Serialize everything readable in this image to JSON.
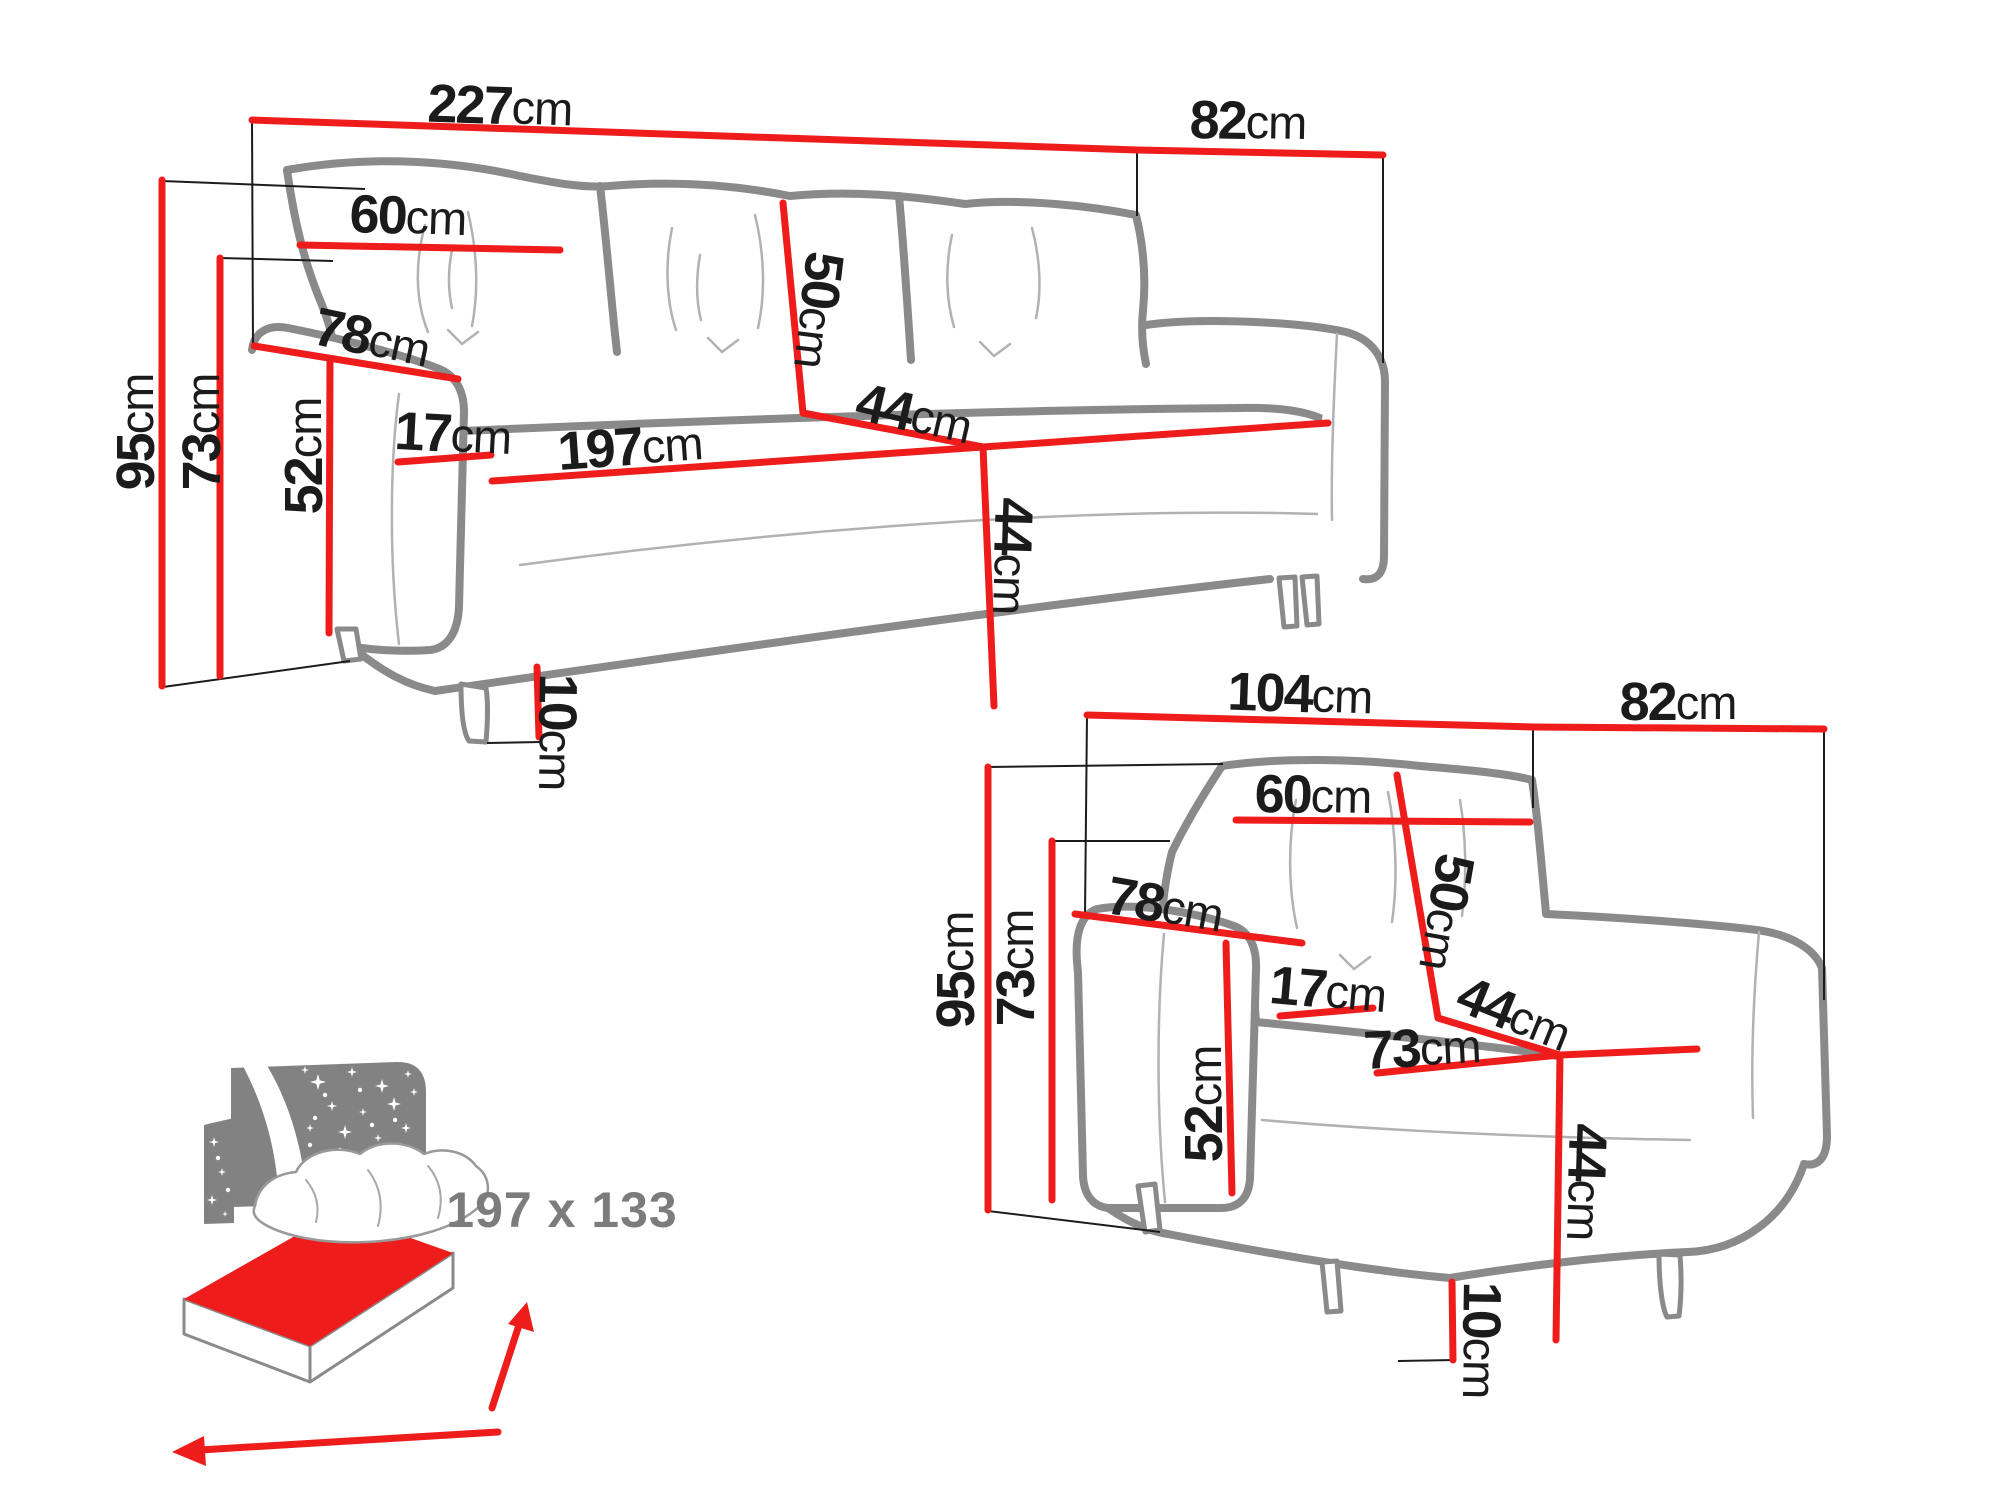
{
  "colors": {
    "dimension_line_red": "#ee1c1b",
    "extension_line_black": "#1c1c1c",
    "label_text_black": "#1b1b1b",
    "furniture_outline_gray": "#8a8a8a",
    "furniture_detail_gray": "#b2b2b2",
    "bed_icon_gray": "#828282",
    "bed_label_gray": "#7c7c7c",
    "background": "#ffffff"
  },
  "sofa": {
    "dims": [
      {
        "id": "total_width",
        "num": "227",
        "unit": "cm"
      },
      {
        "id": "depth",
        "num": "82",
        "unit": "cm"
      },
      {
        "id": "total_height",
        "num": "95",
        "unit": "cm"
      },
      {
        "id": "back_height",
        "num": "73",
        "unit": "cm"
      },
      {
        "id": "cushion_width",
        "num": "60",
        "unit": "cm"
      },
      {
        "id": "arm_depth",
        "num": "78",
        "unit": "cm"
      },
      {
        "id": "arm_height",
        "num": "52",
        "unit": "cm"
      },
      {
        "id": "cushion_height",
        "num": "50",
        "unit": "cm"
      },
      {
        "id": "arm_width",
        "num": "17",
        "unit": "cm"
      },
      {
        "id": "seat_width",
        "num": "197",
        "unit": "cm"
      },
      {
        "id": "seat_depth",
        "num": "44",
        "unit": "cm"
      },
      {
        "id": "seat_height",
        "num": "44",
        "unit": "cm"
      },
      {
        "id": "leg_height",
        "num": "10",
        "unit": "cm"
      }
    ]
  },
  "armchair": {
    "dims": [
      {
        "id": "total_width",
        "num": "104",
        "unit": "cm"
      },
      {
        "id": "depth",
        "num": "82",
        "unit": "cm"
      },
      {
        "id": "total_height",
        "num": "95",
        "unit": "cm"
      },
      {
        "id": "back_height",
        "num": "73",
        "unit": "cm"
      },
      {
        "id": "cushion_width",
        "num": "60",
        "unit": "cm"
      },
      {
        "id": "arm_depth",
        "num": "78",
        "unit": "cm"
      },
      {
        "id": "arm_height",
        "num": "52",
        "unit": "cm"
      },
      {
        "id": "cushion_height",
        "num": "50",
        "unit": "cm"
      },
      {
        "id": "arm_width",
        "num": "17",
        "unit": "cm"
      },
      {
        "id": "seat_width",
        "num": "73",
        "unit": "cm"
      },
      {
        "id": "seat_depth",
        "num": "44",
        "unit": "cm"
      },
      {
        "id": "seat_height",
        "num": "44",
        "unit": "cm"
      },
      {
        "id": "leg_height",
        "num": "10",
        "unit": "cm"
      }
    ]
  },
  "bed": {
    "size_label": "197 x 133"
  }
}
